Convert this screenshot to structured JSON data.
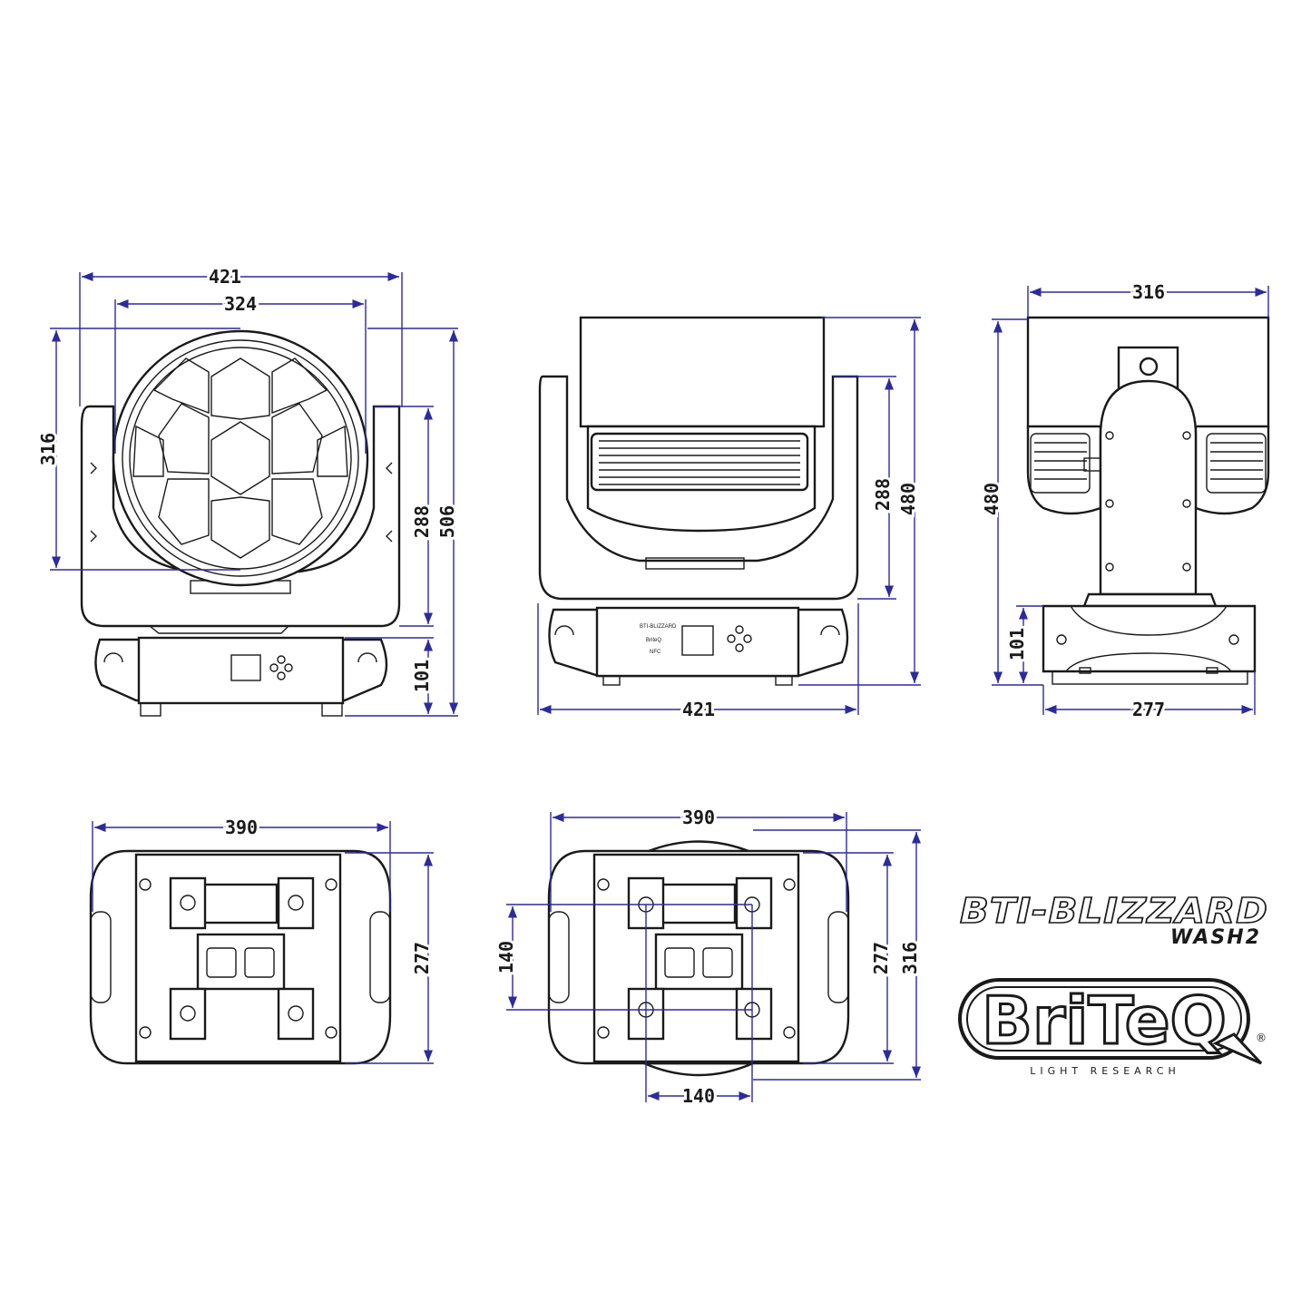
{
  "front_view": {
    "dims": {
      "overall_width": "421",
      "lens_width": "324",
      "head_height": "316",
      "yoke_height": "288",
      "total_height": "506",
      "base_height": "101"
    }
  },
  "side_view": {
    "dims": {
      "yoke_height": "288",
      "total_height": "480",
      "base_width": "421"
    }
  },
  "back_view": {
    "dims": {
      "head_width": "316",
      "total_height": "480",
      "base_height": "101",
      "base_width": "277"
    }
  },
  "bottom_view_left": {
    "dims": {
      "width": "390",
      "depth": "277"
    }
  },
  "bottom_view_right": {
    "dims": {
      "width": "390",
      "depth": "277",
      "outer_depth": "316",
      "mount_vertical": "140",
      "mount_horizontal": "140"
    }
  },
  "display_panel": {
    "model_label": "BTI-BLIZZARD",
    "brand": "BriteQ",
    "nfc": "NFC"
  },
  "branding": {
    "model_line1": "BTI-BLIZZARD",
    "model_line2": "WASH2",
    "logo": "BriTeQ",
    "registered": "®",
    "tagline": "LIGHT RESEARCH"
  },
  "colors": {
    "dimension": "#2e2a9c",
    "outline": "#1a1a1a",
    "background": "#ffffff"
  }
}
